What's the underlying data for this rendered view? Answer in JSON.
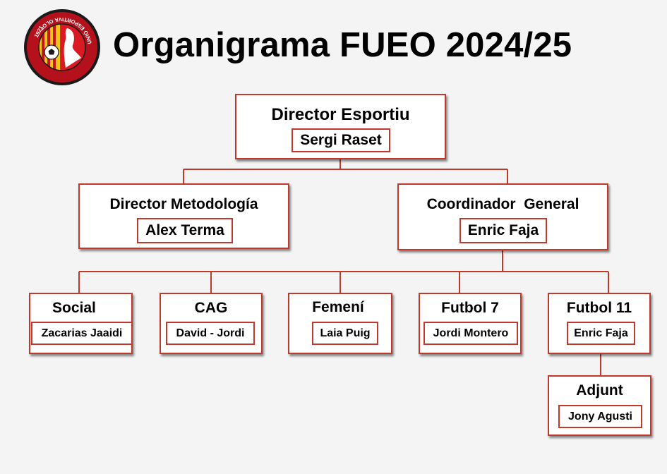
{
  "header": {
    "title": "Organigrama FUEO 2024/25",
    "logo": {
      "year_text": "1921",
      "ring_text": "UNIÓ ESPORTIVA OLOT",
      "colors": {
        "ring": "#b5111d",
        "inner": "#d91a22",
        "stripe": "#f0c419",
        "dark": "#1a1a1a"
      }
    }
  },
  "colors": {
    "border": "#c0392b",
    "connector": "#c0392b",
    "box_fill": "#ffffff",
    "background": "#f4f4f4"
  },
  "org": {
    "director": {
      "role": "Director Esportiu",
      "person": "Sergi Raset"
    },
    "metodologia": {
      "role": "Director Metodología",
      "person": "Alex Terma"
    },
    "coordinador": {
      "role": "Coordinador  General",
      "person": "Enric Faja"
    },
    "areas": [
      {
        "role": "Social",
        "person": "Zacarias Jaaidi"
      },
      {
        "role": "CAG",
        "person": "David - Jordi"
      },
      {
        "role": "Femení",
        "person": "Laia Puig"
      },
      {
        "role": "Futbol 7",
        "person": "Jordi Montero"
      },
      {
        "role": "Futbol 11",
        "person": "Enric Faja"
      }
    ],
    "adjunt": {
      "role": "Adjunt",
      "person": "Jony Agusti"
    }
  }
}
